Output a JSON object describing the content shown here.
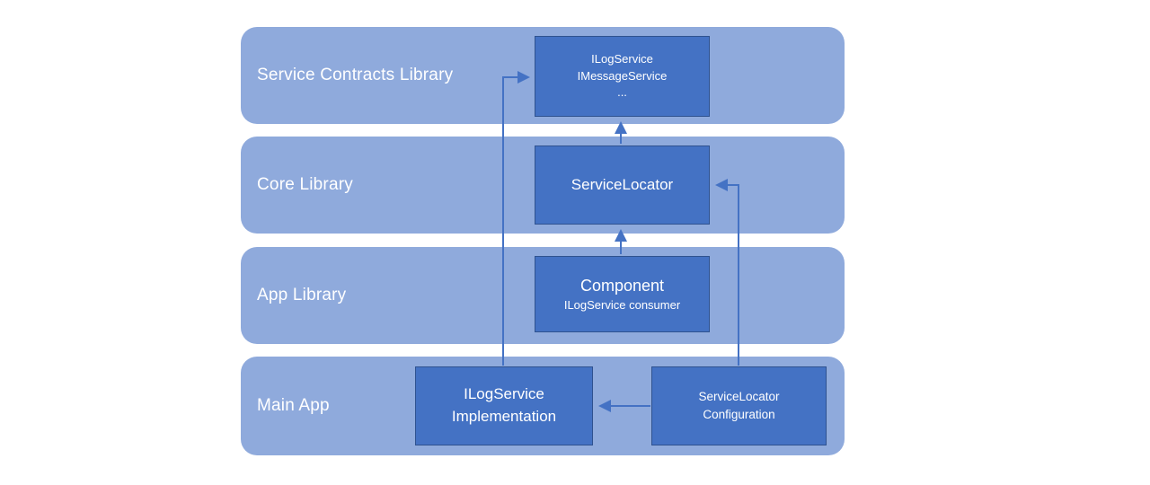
{
  "diagram": {
    "layers": [
      {
        "label": "Service Contracts Library"
      },
      {
        "label": "Core Library"
      },
      {
        "label": "App Library"
      },
      {
        "label": "Main App"
      }
    ],
    "nodes": {
      "contracts": {
        "lines": [
          "ILogService",
          "IMessageService",
          "..."
        ]
      },
      "service_locator": {
        "title": "ServiceLocator"
      },
      "component": {
        "title": "Component",
        "subtitle": "ILogService consumer"
      },
      "ilogservice_implementation": {
        "line1": "ILogService",
        "line2": "Implementation"
      },
      "servicelocator_configuration": {
        "line1": "ServiceLocator",
        "line2": "Configuration"
      }
    },
    "colors": {
      "band_fill": "#8faadc",
      "node_fill": "#4472c4",
      "node_border": "#2f528f",
      "arrow": "#4472c4",
      "text": "#ffffff"
    }
  }
}
